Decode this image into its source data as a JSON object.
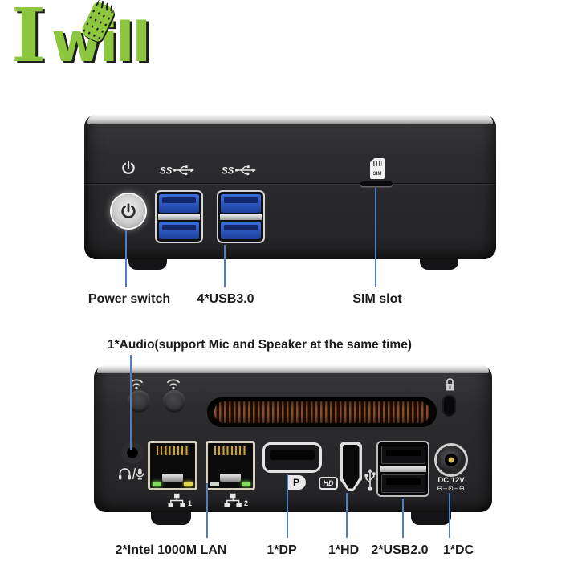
{
  "logo": {
    "text_i": "I",
    "text_will": "will",
    "green": "#8dc63f"
  },
  "front": {
    "callouts": [
      {
        "label": "Power switch"
      },
      {
        "label": "4*USB3.0"
      },
      {
        "label": "SIM slot"
      }
    ],
    "sim_icon_label": "SIM"
  },
  "audio_note": "1*Audio(support Mic and Speaker at the same time)",
  "rear": {
    "callouts": [
      {
        "label": "2*Intel 1000M LAN"
      },
      {
        "label": "1*DP"
      },
      {
        "label": "1*HD"
      },
      {
        "label": "2*USB2.0"
      },
      {
        "label": "1*DC"
      }
    ],
    "lan1_num": "1",
    "lan2_num": "2",
    "dp_logo": "P",
    "hd_logo": "HD",
    "dc_label": "DC 12V",
    "dc_polarity": "⊖–⊙–⊕"
  },
  "colors": {
    "logo_green": "#8dc63f",
    "callout_line": "#4d7fc4",
    "label_text": "#1b1b1b",
    "usb3_blue": "#2f62d8",
    "device_body": "#28282a",
    "vent_copper": "#8a4d24"
  }
}
